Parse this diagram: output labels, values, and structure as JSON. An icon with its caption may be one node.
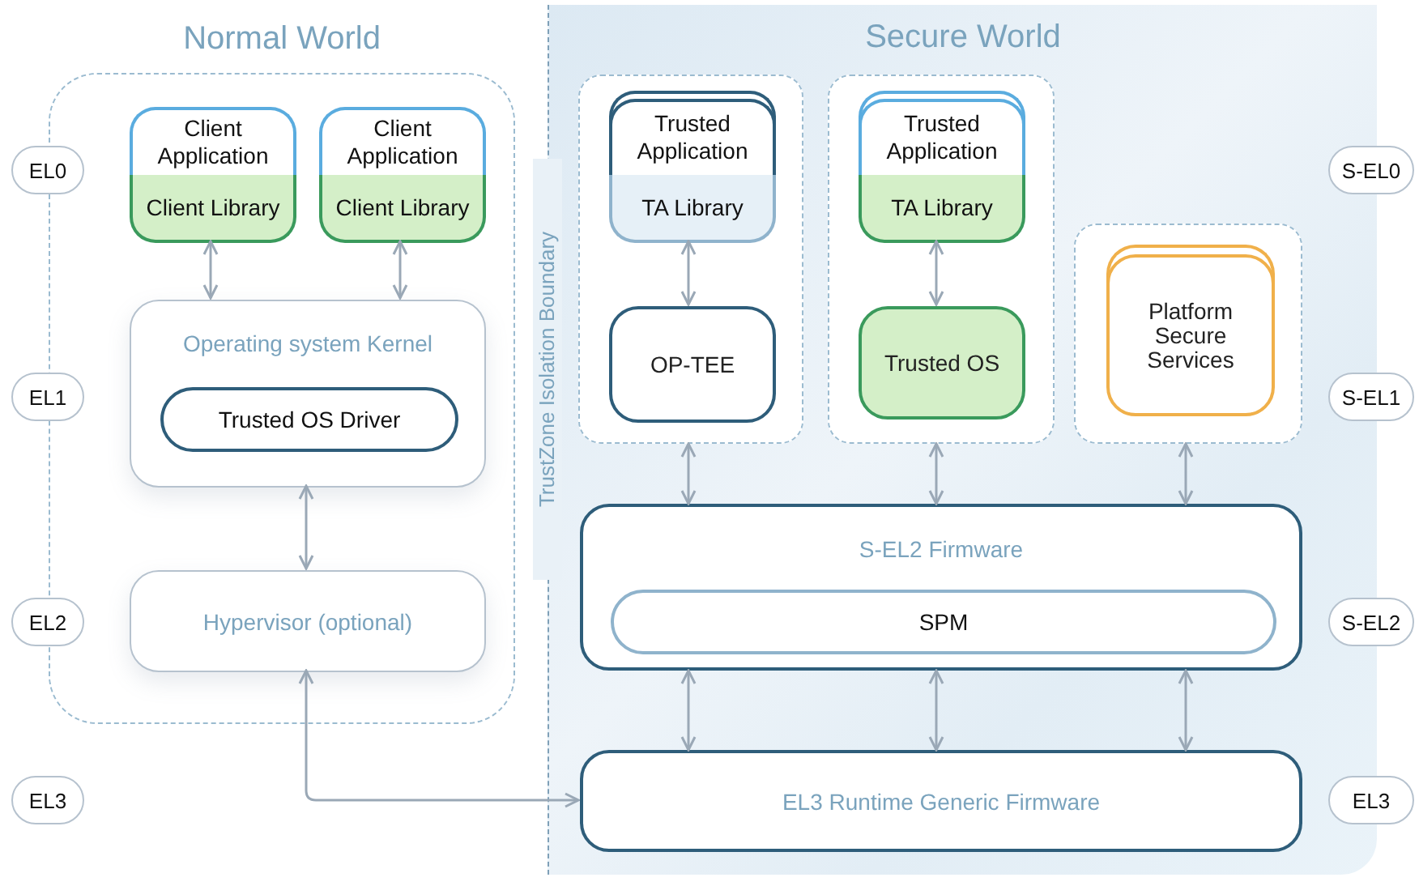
{
  "diagram": {
    "nodes": [
      {
        "text": [
          "Normal World"
        ]
      },
      {
        "text": [
          "Client Application",
          "Client Library"
        ],
        "in": 0
      },
      {
        "text": [
          "Client Application",
          "Client Library"
        ],
        "in": 0
      },
      {
        "text": [
          "Operating system Kernel"
        ],
        "in": 0
      },
      {
        "text": [
          "Trusted OS Driver"
        ],
        "in": 3
      },
      {
        "text": [
          "Hypervisor (optional)"
        ],
        "in": 0
      },
      {
        "text": [
          "Secure World"
        ]
      },
      {
        "text": [],
        "shape": "box",
        "in": 6
      },
      {
        "text": [
          "Trusted Application",
          "TA Library"
        ],
        "in": 7
      },
      {
        "text": [
          "OP-TEE"
        ],
        "in": 7
      },
      {
        "text": [],
        "shape": "box",
        "in": 6
      },
      {
        "text": [
          "Trusted Application",
          "TA Library"
        ],
        "in": 10
      },
      {
        "text": [
          "Trusted OS"
        ],
        "in": 10
      },
      {
        "text": [],
        "shape": "box",
        "in": 6
      },
      {
        "text": [
          "Platform Secure Services"
        ],
        "in": 13
      },
      {
        "text": [
          "S-EL2 Firmware"
        ],
        "in": 6
      },
      {
        "text": [
          "SPM"
        ],
        "in": 15
      },
      {
        "text": [
          "EL3 Runtime Generic Firmware"
        ],
        "in": 6
      },
      {
        "text": [
          "EL0"
        ]
      },
      {
        "text": [
          "EL1"
        ]
      },
      {
        "text": [
          "EL2"
        ]
      },
      {
        "text": [
          "EL3"
        ]
      },
      {
        "text": [
          "S-EL0"
        ]
      },
      {
        "text": [
          "S-EL1"
        ]
      },
      {
        "text": [
          "S-EL2"
        ]
      },
      {
        "text": [
          "EL3"
        ]
      }
    ],
    "edges": [
      {
        "from": 1,
        "to": 3,
        "arrow": "both"
      },
      {
        "from": 2,
        "to": 3,
        "arrow": "both"
      },
      {
        "from": 3,
        "to": 5,
        "arrow": "both"
      },
      {
        "from": 8,
        "to": 9,
        "arrow": "both"
      },
      {
        "from": 11,
        "to": 12,
        "arrow": "both"
      },
      {
        "from": 7,
        "to": 15,
        "arrow": "both"
      },
      {
        "from": 10,
        "to": 15,
        "arrow": "both"
      },
      {
        "from": 13,
        "to": 15,
        "arrow": "both"
      },
      {
        "from": 15,
        "to": 17,
        "arrow": "both"
      },
      {
        "from": 15,
        "to": 17,
        "arrow": "both"
      },
      {
        "from": 15,
        "to": 17,
        "arrow": "both"
      },
      {
        "from": 5,
        "to": 17,
        "arrow": "both"
      }
    ],
    "labels": [
      "TrustZone Isolation Boundary"
    ]
  }
}
